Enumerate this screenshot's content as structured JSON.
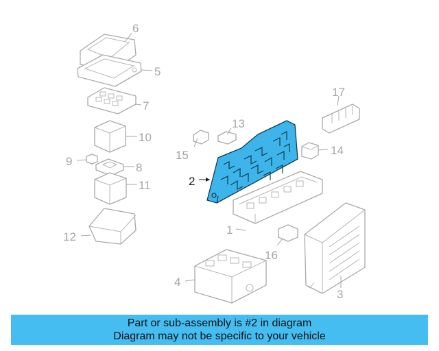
{
  "diagram": {
    "highlight_part": "2",
    "callouts": [
      "1",
      "2",
      "3",
      "4",
      "5",
      "6",
      "7",
      "8",
      "9",
      "10",
      "11",
      "12",
      "13",
      "14",
      "15",
      "16",
      "17"
    ],
    "colors": {
      "highlight": "#3db5ea",
      "banner": "#46bdf0",
      "line": "#a8a8a8"
    }
  },
  "banner": {
    "line1": "Part or sub-assembly is #2 in diagram",
    "line2": "Diagram may not be specific to your vehicle"
  }
}
